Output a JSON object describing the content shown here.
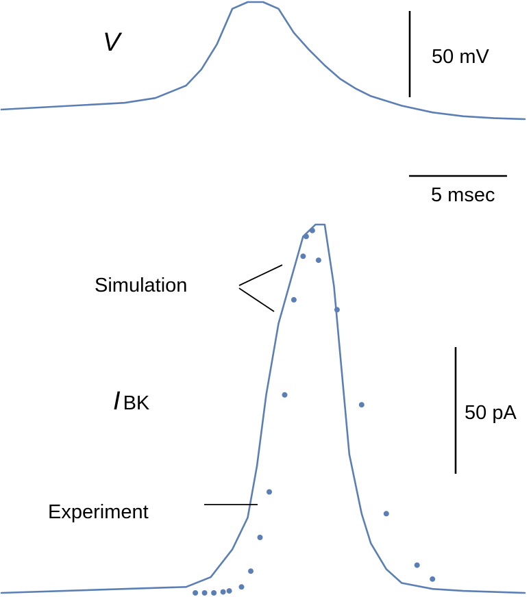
{
  "colors": {
    "trace": "#5b7fb5",
    "marker": "#5b7fb5",
    "ink": "#000000",
    "background": "#ffffff"
  },
  "voltage_panel": {
    "label": "V",
    "scale_bar_label": "50 mV",
    "time_bar_label": "5 msec"
  },
  "current_panel": {
    "label_main": "I",
    "label_sub": "BK",
    "scale_bar_label": "50 pA",
    "annotation_simulation": "Simulation",
    "annotation_experiment": "Experiment"
  },
  "chart_data": [
    {
      "type": "line",
      "series": [
        {
          "name": "V",
          "x": [
            0,
            4,
            5,
            6,
            6.5,
            7,
            7.5,
            8,
            8.5,
            9,
            9.5,
            10,
            10.5,
            11,
            11.5,
            12,
            13,
            14,
            15,
            16,
            17
          ],
          "y": [
            -80,
            -73,
            -68,
            -55,
            -38,
            -12,
            25,
            32,
            32,
            25,
            0,
            -18,
            -34,
            -48,
            -58,
            -66,
            -76,
            -83,
            -87,
            -89,
            -90
          ]
        }
      ],
      "xlim": [
        0,
        17
      ],
      "ylim": [
        -100,
        40
      ],
      "scale_bars": {
        "x": "5 msec",
        "y": "50 mV"
      },
      "axes_visible": false
    },
    {
      "type": "line",
      "series": [
        {
          "name": "Experiment",
          "x": [
            0,
            6,
            6.8,
            7.5,
            8,
            8.3,
            8.6,
            9,
            9.4,
            9.8,
            10.2,
            10.5,
            10.8,
            11.3,
            11.7,
            12,
            12.5,
            13,
            14,
            15,
            16,
            17
          ],
          "y": [
            0,
            3,
            8,
            22,
            38,
            64,
            100,
            136,
            158,
            180,
            186,
            186,
            155,
            70,
            40,
            25,
            12,
            5,
            2,
            1,
            0.5,
            0
          ]
        },
        {
          "name": "Simulation",
          "x": [
            6.3,
            6.6,
            6.9,
            7.2,
            7.4,
            7.8,
            8.1,
            8.4,
            8.7,
            9.2,
            9.5,
            9.8,
            9.9,
            10.1,
            10.3,
            10.9,
            11.7,
            12.5,
            13.5,
            14
          ],
          "y": [
            0,
            0,
            0,
            0.5,
            1,
            3,
            11,
            28,
            51,
            100,
            148,
            170,
            180,
            183,
            168,
            143,
            95,
            40,
            14,
            7
          ]
        }
      ],
      "xlim": [
        0,
        17
      ],
      "ylim": [
        0,
        190
      ],
      "scale_bars": {
        "y": "50 pA"
      },
      "axes_visible": false
    }
  ]
}
